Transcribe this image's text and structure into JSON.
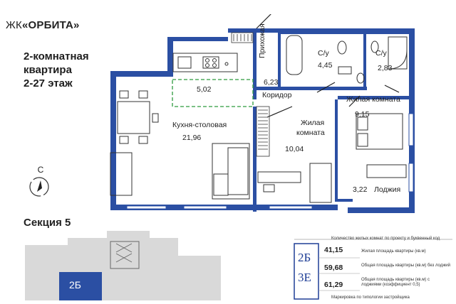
{
  "header": {
    "complex_prefix": "ЖК",
    "complex_name": "«ОРБИТА»"
  },
  "apartment": {
    "line1": "2-комнатная",
    "line2": "квартира",
    "line3": "2-27 этаж"
  },
  "section_label": "Секция 5",
  "compass_label": "С",
  "rooms": [
    {
      "name": "Прихожая",
      "area": "6,23"
    },
    {
      "name": "С/у",
      "area": "4,45"
    },
    {
      "name": "С/у",
      "area": "2,83"
    },
    {
      "name": "",
      "area": "5,02"
    },
    {
      "name": "Коридор",
      "area": ""
    },
    {
      "name": "Жилая комната",
      "area": "9,15"
    },
    {
      "name": "Кухня-столовая",
      "area": "21,96"
    },
    {
      "name": "Жилая комната",
      "area": "10,04"
    },
    {
      "name": "Лоджия",
      "area": "3,22"
    }
  ],
  "room_labels": {
    "hall": "Прихожая",
    "hall_area": "6,23",
    "bath1": "С/у",
    "bath1_area": "4,45",
    "bath2": "С/у",
    "bath2_area": "2,83",
    "dash_area": "5,02",
    "corridor": "Коридор",
    "living1": "Жилая комната",
    "living1_area": "9,15",
    "kitchen": "Кухня-столовая",
    "kitchen_area": "21,96",
    "living2_line1": "Жилая",
    "living2_line2": "комната",
    "living2_area": "10,04",
    "loggia": "Лоджия",
    "loggia_area": "3,22"
  },
  "minimap": {
    "unit_label": "2Б"
  },
  "legend": {
    "code_top": "2Б",
    "code_bottom": "3Е",
    "header_text": "Количество жилых комнат по проекту и буквенный код",
    "rows": [
      {
        "value": "41,15",
        "text": "Жилая площадь квартиры (кв.м)"
      },
      {
        "value": "59,68",
        "text": "Общая площадь квартиры (кв.м) без лоджий"
      },
      {
        "value": "61,29",
        "text": "Общая площадь квартиры (кв.м) с лоджиями (коэффициент 0,5)"
      }
    ],
    "footer_text": "Маркировка по типологии застройщика"
  },
  "colors": {
    "wall": "#2b4fa3",
    "floor_text": "#222222",
    "minimap_fill": "#d9d9d9",
    "minimap_unit": "#2b4fa3",
    "dashed": "#2e9a3e"
  }
}
